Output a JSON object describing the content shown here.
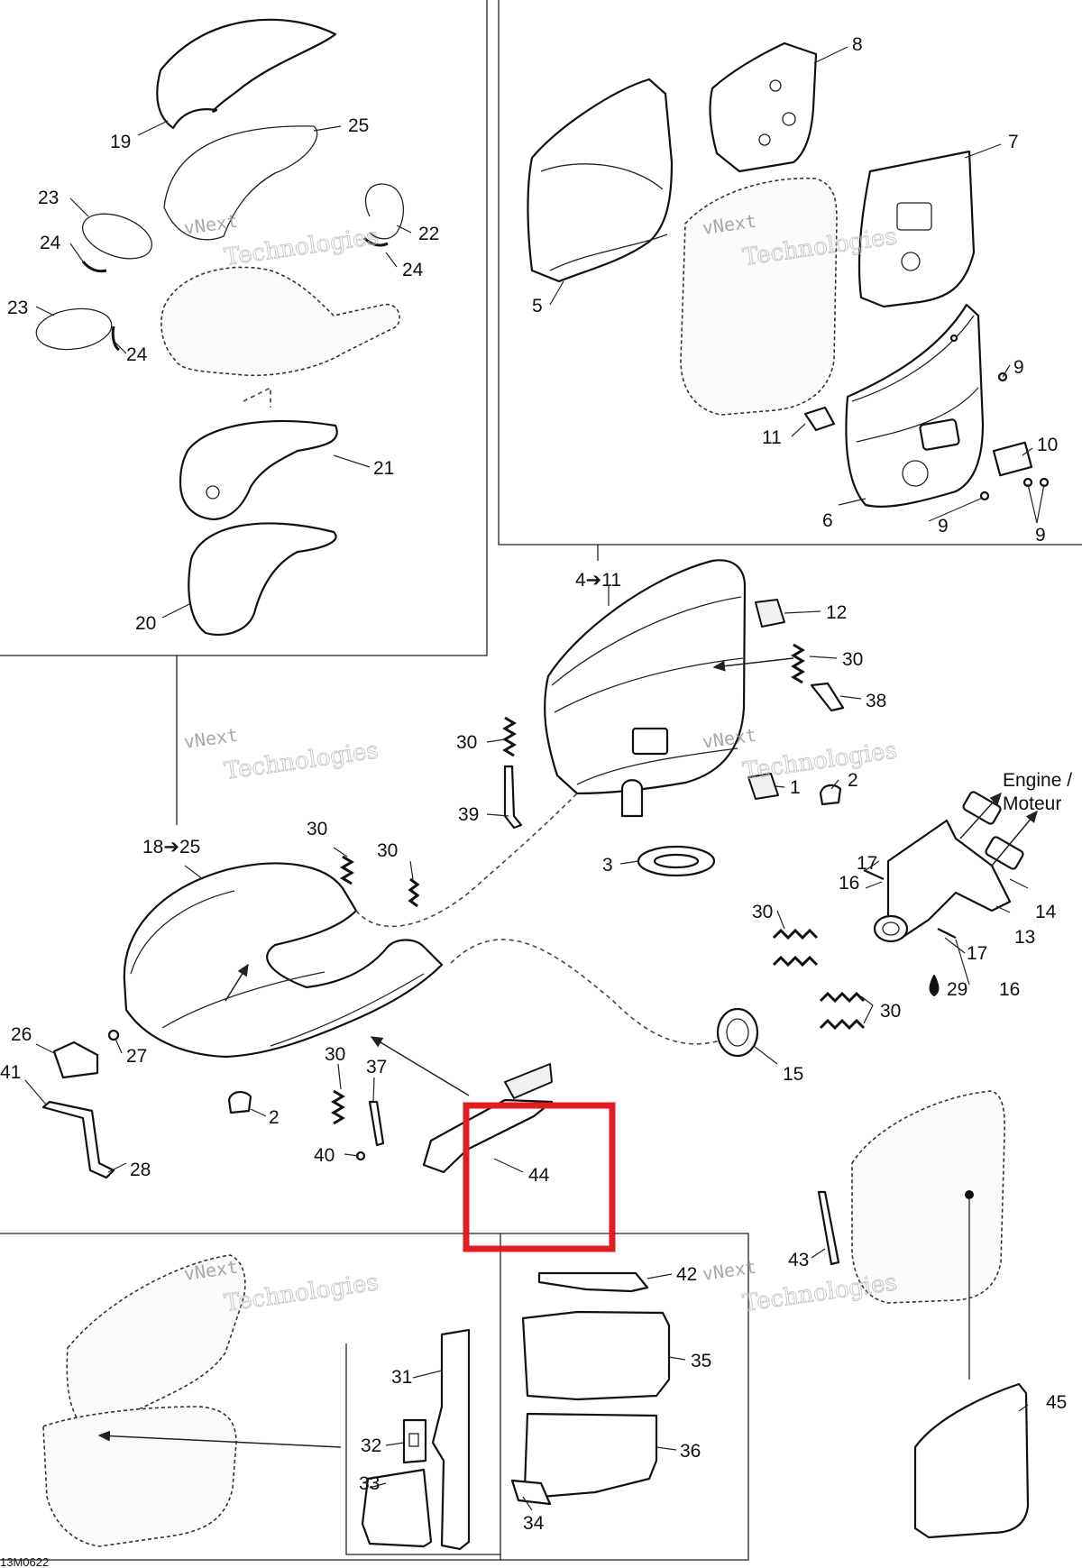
{
  "diagram_id": "13M0622",
  "watermark": {
    "line1": "vNext",
    "line2": "Technologies"
  },
  "callouts": {
    "c1": "1",
    "c2": "2",
    "c3": "3",
    "c4_11": "4➔11",
    "c5": "5",
    "c6": "6",
    "c7": "7",
    "c8": "8",
    "c9": "9",
    "c10": "10",
    "c11": "11",
    "c12": "12",
    "c13": "13",
    "c14": "14",
    "c15": "15",
    "c16": "16",
    "c17": "17",
    "c18_25": "18➔25",
    "c19": "19",
    "c20": "20",
    "c21": "21",
    "c22": "22",
    "c23": "23",
    "c24": "24",
    "c25": "25",
    "c26": "26",
    "c27": "27",
    "c28": "28",
    "c29": "29",
    "c30": "30",
    "c31": "31",
    "c32": "32",
    "c33": "33",
    "c34": "34",
    "c35": "35",
    "c36": "36",
    "c37": "37",
    "c38": "38",
    "c39": "39",
    "c40": "40",
    "c41": "41",
    "c42": "42",
    "c43": "43",
    "c44": "44",
    "c45": "45"
  },
  "engine_label": {
    "line1": "Engine /",
    "line2": "Moteur"
  },
  "highlight": {
    "target": "44",
    "color": "#e31b23"
  }
}
